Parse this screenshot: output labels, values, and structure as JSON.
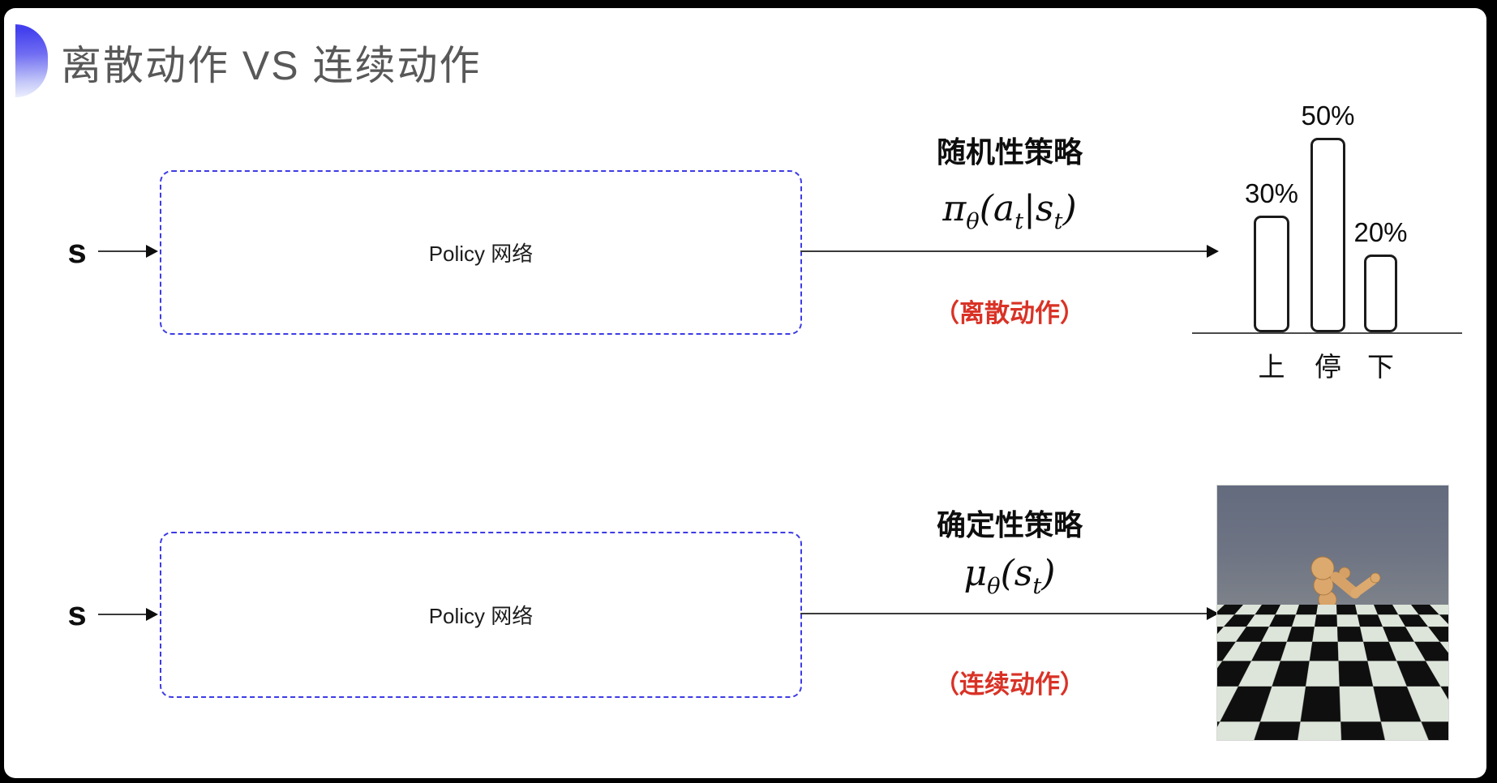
{
  "slide": {
    "title": "离散动作 VS 连续动作"
  },
  "rows": [
    {
      "input_label": "s",
      "box_label": "Policy 网络",
      "policy_name": "随机性策略",
      "formula": {
        "base": "π",
        "base_sub": "θ",
        "part1": "(a",
        "part1_sub": "t",
        "part2": "|s",
        "part2_sub": "t",
        "part3": ")"
      },
      "action_note": "（离散动作）"
    },
    {
      "input_label": "s",
      "box_label": "Policy 网络",
      "policy_name": "确定性策略",
      "formula": {
        "base": "μ",
        "base_sub": "θ",
        "part1": "(s",
        "part1_sub": "t",
        "part3": ")"
      },
      "action_note": "（连续动作）"
    }
  ],
  "chart_data": {
    "type": "bar",
    "categories": [
      "上",
      "停",
      "下"
    ],
    "values": [
      30,
      50,
      20
    ],
    "value_labels": [
      "30%",
      "50%",
      "20%"
    ],
    "title": "",
    "xlabel": "",
    "ylabel": "",
    "ylim": [
      0,
      55
    ],
    "grid": false,
    "legend": false
  },
  "robot_image": {
    "name": "mujoco-humanoid-on-checkerboard",
    "sky_color": "#6a7181",
    "floor_dark": "#101010",
    "floor_light": "#dde5da",
    "body_color": "#d5a065"
  },
  "colors": {
    "accent_blue_dashed_box": "#3d3be6",
    "action_note_red": "#d93226",
    "title_gray": "#585858"
  }
}
